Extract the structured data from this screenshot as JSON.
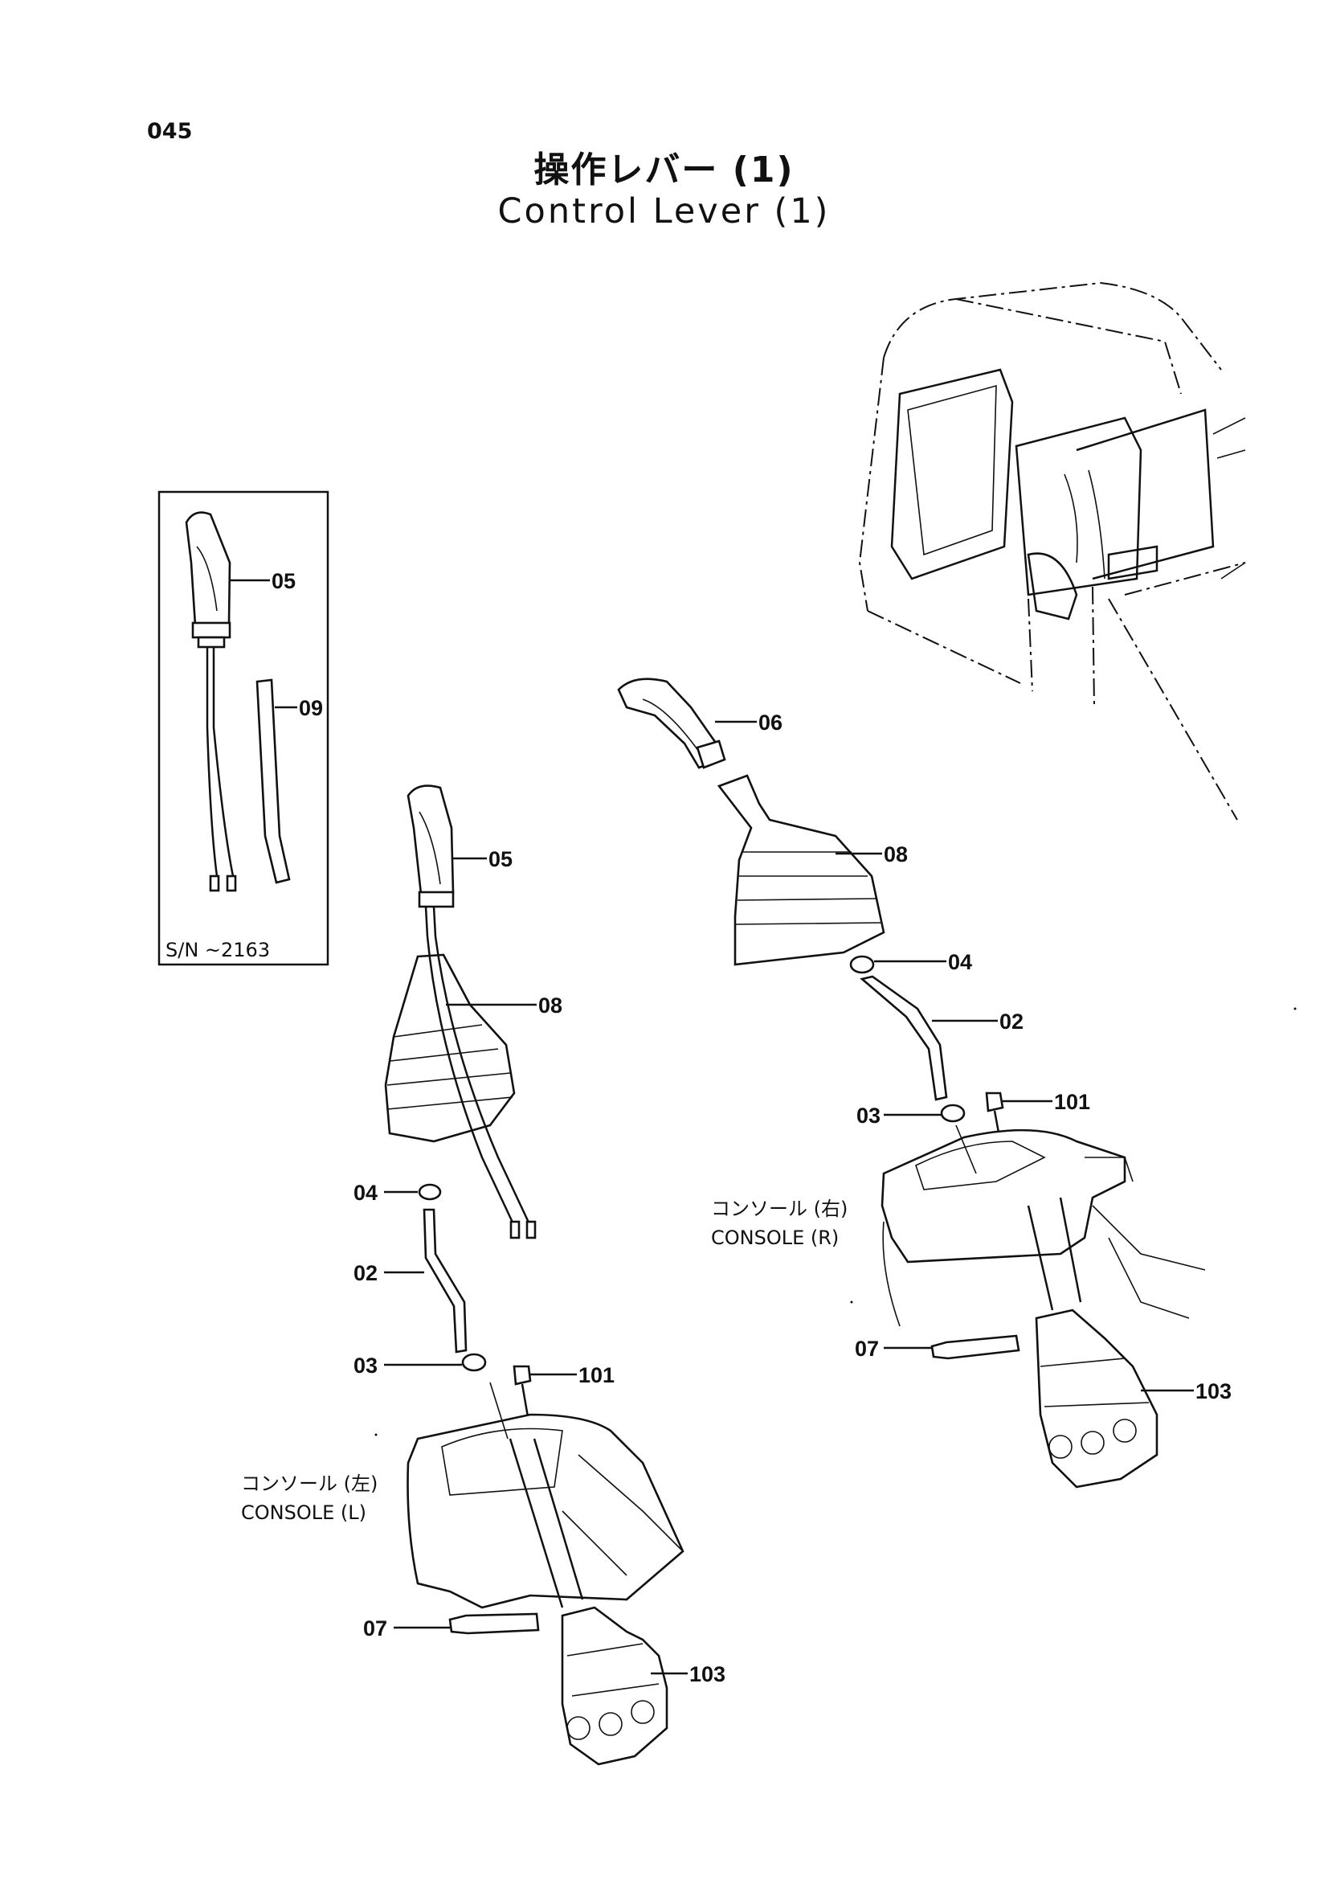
{
  "page": {
    "number": "045"
  },
  "title": {
    "japanese": "操作レバー (1)",
    "english": "Control Lever (1)"
  },
  "inset": {
    "serial_note": "S/N ~2163"
  },
  "callouts": {
    "inset_05": "05",
    "inset_09": "09",
    "left_05": "05",
    "left_08": "08",
    "left_04": "04",
    "left_02": "02",
    "left_03": "03",
    "left_101": "101",
    "left_07": "07",
    "left_103": "103",
    "right_06": "06",
    "right_08": "08",
    "right_04": "04",
    "right_02": "02",
    "right_03": "03",
    "right_101": "101",
    "right_07": "07",
    "right_103": "103"
  },
  "consoles": {
    "right": {
      "japanese": "コンソール (右)",
      "english": "CONSOLE (R)"
    },
    "left": {
      "japanese": "コンソール (左)",
      "english": "CONSOLE (L)"
    }
  }
}
